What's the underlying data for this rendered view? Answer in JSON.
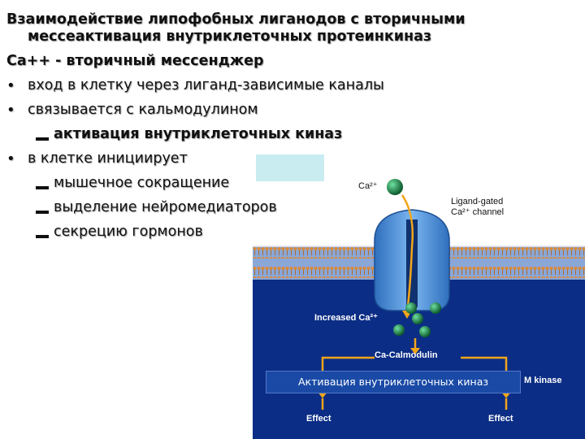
{
  "slide": {
    "title_line1": "Взаимодействие липофобных лиганодов с вторичными",
    "title_line2": "мессеактивация внутриклеточных протеинкиназ",
    "subtitle": "Са++ - вторичный мессенджер",
    "bullets": [
      {
        "level": 1,
        "text": "вход в клетку через лиганд-зависимые каналы",
        "bold": false
      },
      {
        "level": 1,
        "text": "связывается с кальмодулином",
        "bold": false
      },
      {
        "level": 2,
        "text": "активация внутриклеточных киназ",
        "bold": true
      },
      {
        "level": 1,
        "text": "в клетке инициирует",
        "bold": false
      },
      {
        "level": 2,
        "text": "мышечное сокращение",
        "bold": false
      },
      {
        "level": 2,
        "text": "выделение нейромедиаторов",
        "bold": false
      },
      {
        "level": 2,
        "text": "секрецию гормонов",
        "bold": false
      }
    ]
  },
  "figure": {
    "ca_ion_label": "Ca²⁺",
    "channel_label_line1": "Ligand-gated",
    "channel_label_line2": "Ca²⁺ channel",
    "increased_label": "Increased Ca²⁺",
    "calmodulin_label": "Ca-Calmodulin",
    "kinase_fragment": "M kinase",
    "effect_left": "Effect",
    "effect_right": "Effect",
    "caption": "Активация внутриклеточных киназ"
  },
  "colors": {
    "cytoplasm": "#0b2d85",
    "channel": "#4a8fd6",
    "ion": "#1e8a4a",
    "arrow": "#f2a51a",
    "cyan_box": "#c9ecf1"
  },
  "icons": {
    "bullet_level1": "•",
    "bullet_level2": "▬"
  }
}
